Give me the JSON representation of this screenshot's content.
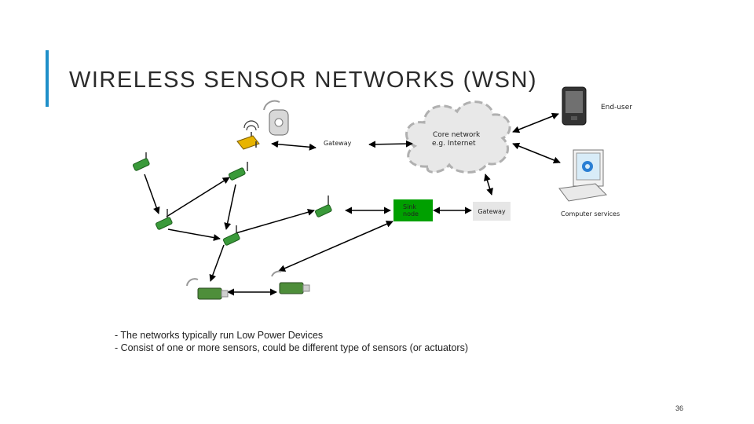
{
  "slide": {
    "title": "WIRELESS SENSOR NETWORKS (WSN)",
    "page_number": "36",
    "accent_color": "#1f8fc9"
  },
  "diagram": {
    "gateway_top": "Gateway",
    "gateway_right": "Gateway",
    "core_network_line1": "Core network",
    "core_network_line2": "e.g. Internet",
    "sink_node_line1": "Sink",
    "sink_node_line2": "node",
    "end_user": "End-user",
    "computer_services": "Computer services",
    "sink_color": "#00a000",
    "gateway_box_color": "#e6e6e6"
  },
  "notes": [
    "- The networks typically run Low Power Devices",
    "- Consist of one or more sensors, could be different type of sensors (or actuators)"
  ]
}
